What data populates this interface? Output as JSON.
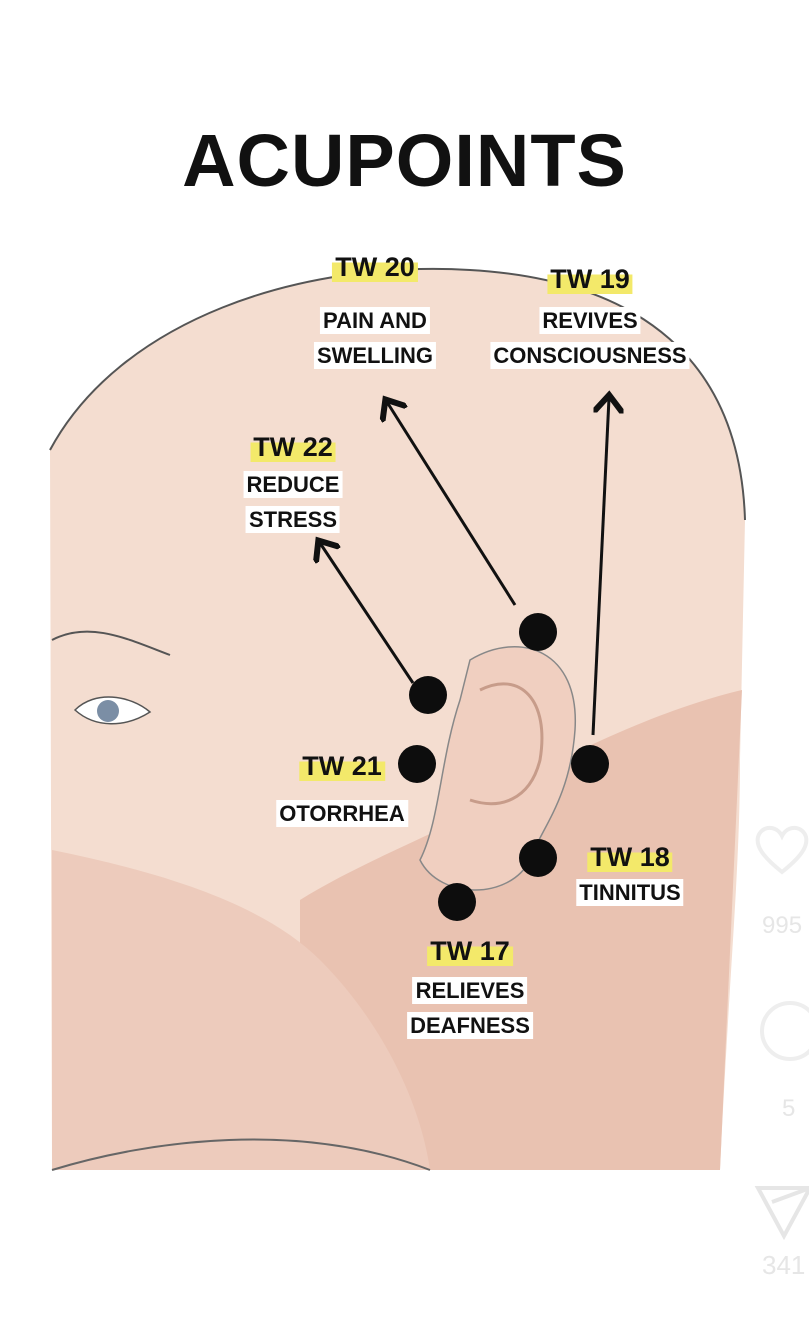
{
  "title": "ACUPOINTS",
  "points": [
    {
      "code": "TW 20",
      "lines": [
        "PAIN AND",
        "SWELLING"
      ]
    },
    {
      "code": "TW 19",
      "lines": [
        "REVIVES",
        "CONSCIOUSNESS"
      ]
    },
    {
      "code": "TW 22",
      "lines": [
        "REDUCE",
        "STRESS"
      ]
    },
    {
      "code": "TW 21",
      "lines": [
        "OTORRHEA"
      ]
    },
    {
      "code": "TW 18",
      "lines": [
        "TINNITUS"
      ]
    },
    {
      "code": "TW 17",
      "lines": [
        "RELIEVES",
        "DEAFNESS"
      ]
    }
  ],
  "actions": {
    "likes": "995",
    "comments": "5",
    "shares": "341"
  },
  "colors": {
    "highlight": "#f3e96a",
    "skin_light": "#f4ddd0",
    "skin_dark": "#e7b8a4"
  }
}
